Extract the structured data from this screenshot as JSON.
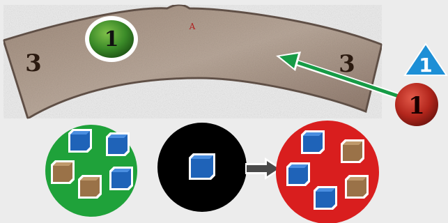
{
  "track": {
    "left_value": "3",
    "right_value": "3",
    "center_mark": "A"
  },
  "tokens": {
    "green_token_value": "1",
    "red_token_value": "1"
  },
  "badge": {
    "value": "1"
  },
  "pools": {
    "green_pool": {
      "blue_cubes": 3,
      "brown_cubes": 2
    },
    "black_pool": {
      "blue_cubes": 1,
      "brown_cubes": 0
    },
    "red_pool": {
      "blue_cubes": 3,
      "brown_cubes": 2
    }
  },
  "colors": {
    "green": "#1fa23a",
    "red": "#d91e1e",
    "black": "#000000",
    "blue_cube": "#1f63b8",
    "brown_cube": "#9a7248",
    "arrow_green": "#169b46",
    "badge_blue": "#1d8fd6"
  }
}
